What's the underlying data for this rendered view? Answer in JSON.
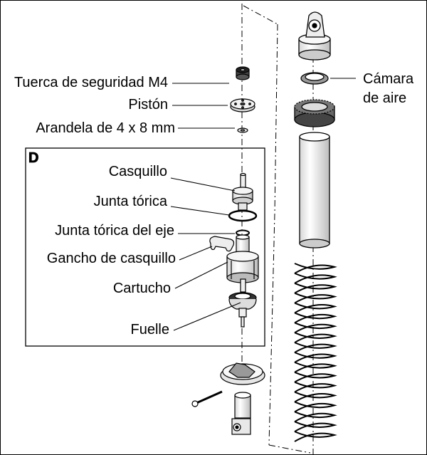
{
  "labels": {
    "lock_nut": "Tuerca de seguridad M4",
    "piston": "Pistón",
    "washer": "Arandela de 4 x 8 mm",
    "bushing": "Casquillo",
    "o_ring": "Junta tórica",
    "shaft_o_ring": "Junta tórica del eje",
    "bushing_hook": "Gancho de casquillo",
    "cartridge": "Cartucho",
    "bellows": "Fuelle",
    "air_chamber_line1": "Cámara",
    "air_chamber_line2": "de aire"
  },
  "section_badge": "D",
  "colors": {
    "line": "#000000",
    "background": "#ffffff",
    "part_fill": "#f2f2f2",
    "part_shade": "#c9c9c9"
  }
}
